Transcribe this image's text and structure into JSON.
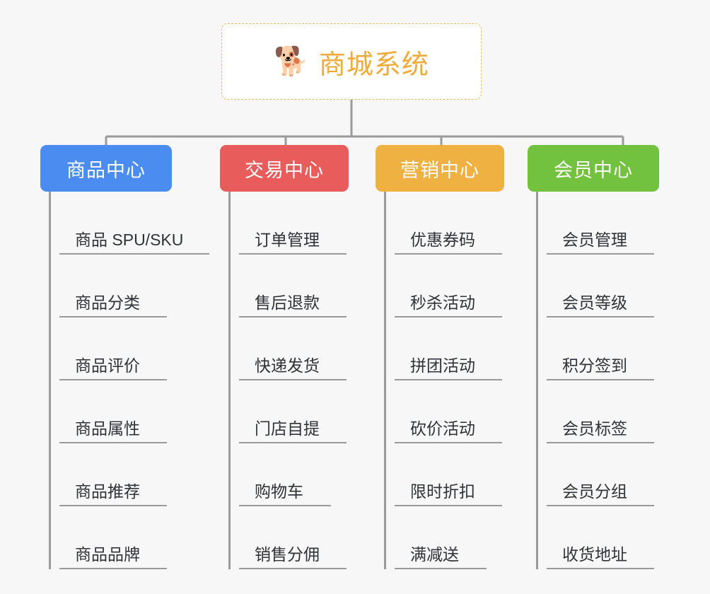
{
  "diagram": {
    "title": "商城系统",
    "type": "mindmap",
    "background_color": "#f7f7f7"
  },
  "root": {
    "label": "商城系统",
    "icon": "shiba-dog-icon",
    "icon_glyph": "🐕",
    "text_color": "#eeab3a",
    "border_color": "#e8b860",
    "background_color": "#ffffff"
  },
  "connector_color": "#9a9a9a",
  "branches": [
    {
      "label": "商品中心",
      "color": "#4a8cf0",
      "items": [
        "商品 SPU/SKU",
        "商品分类",
        "商品评价",
        "商品属性",
        "商品推荐",
        "商品品牌"
      ]
    },
    {
      "label": "交易中心",
      "color": "#e95c5c",
      "items": [
        "订单管理",
        "售后退款",
        "快递发货",
        "门店自提",
        "购物车",
        "销售分佣"
      ]
    },
    {
      "label": "营销中心",
      "color": "#eeb142",
      "items": [
        "优惠券码",
        "秒杀活动",
        "拼团活动",
        "砍价活动",
        "限时折扣",
        "满减送"
      ]
    },
    {
      "label": "会员中心",
      "color": "#73c23f",
      "items": [
        "会员管理",
        "会员等级",
        "积分签到",
        "会员标签",
        "会员分组",
        "收货地址"
      ]
    }
  ]
}
